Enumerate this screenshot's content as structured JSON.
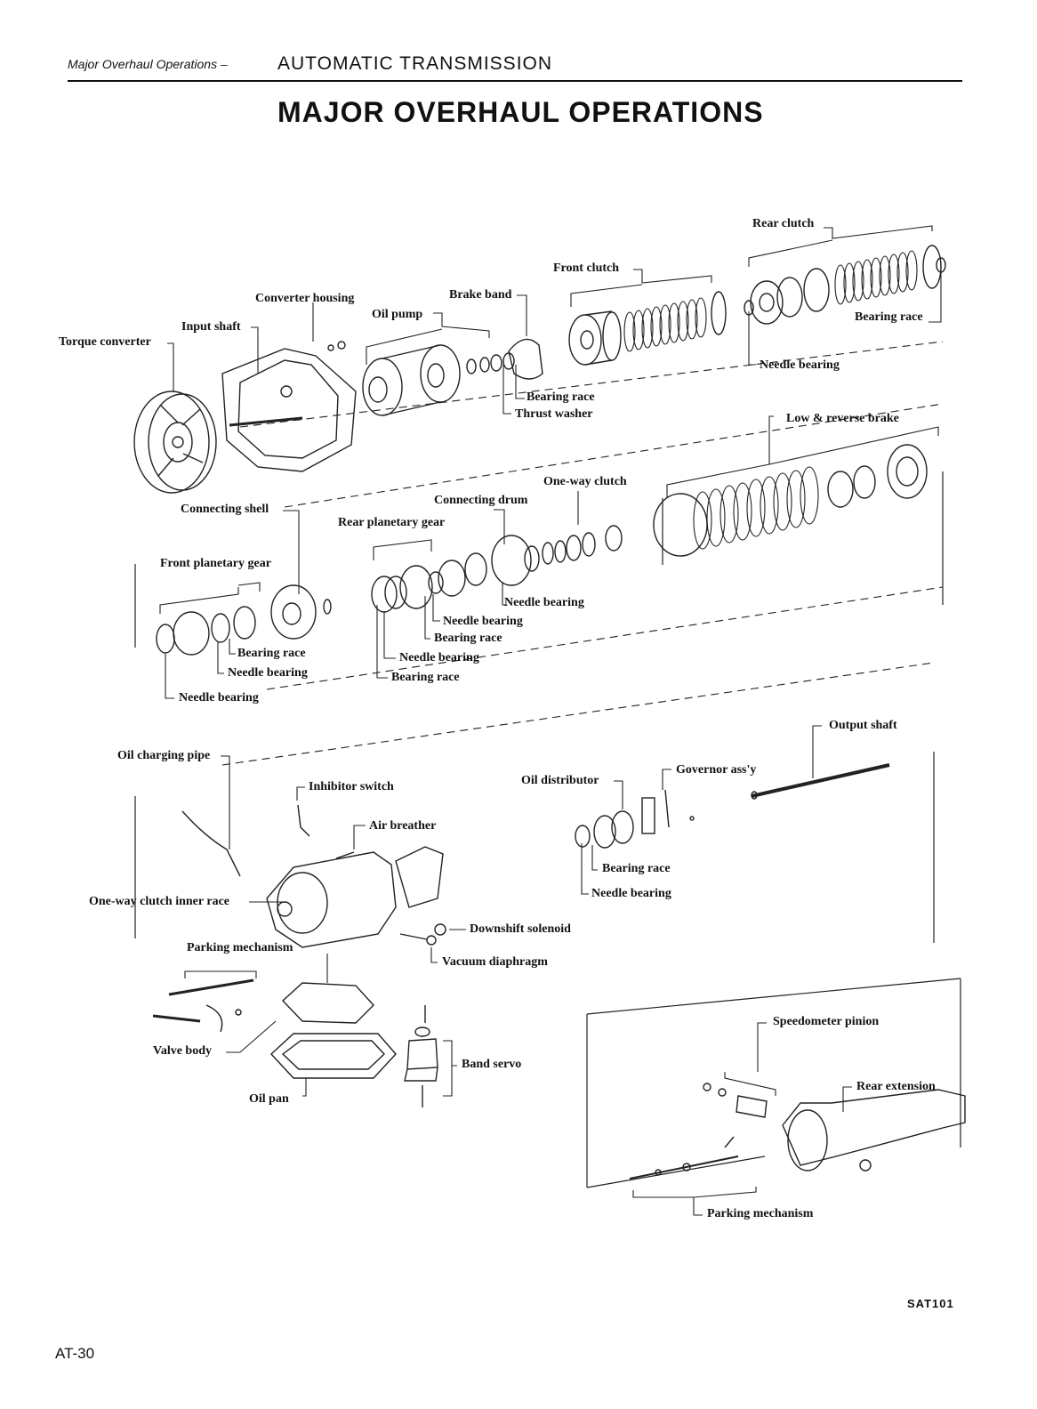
{
  "header": {
    "section": "Major Overhaul Operations –",
    "chapter": "AUTOMATIC TRANSMISSION"
  },
  "title": "MAJOR OVERHAUL OPERATIONS",
  "labels": {
    "rear_clutch": "Rear clutch",
    "front_clutch": "Front clutch",
    "converter_housing": "Converter housing",
    "brake_band": "Brake band",
    "oil_pump": "Oil pump",
    "input_shaft": "Input shaft",
    "torque_converter": "Torque converter",
    "bearing_race_rear_clutch": "Bearing race",
    "needle_bearing_rear_clutch": "Needle bearing",
    "bearing_race_oil_pump": "Bearing race",
    "thrust_washer": "Thrust washer",
    "low_reverse_brake": "Low & reverse brake",
    "one_way_clutch": "One-way clutch",
    "connecting_drum": "Connecting drum",
    "connecting_shell": "Connecting shell",
    "rear_planetary_gear": "Rear planetary gear",
    "front_planetary_gear": "Front planetary gear",
    "needle_bearing_rp1": "Needle bearing",
    "needle_bearing_rp2": "Needle bearing",
    "bearing_race_rp1": "Bearing race",
    "needle_bearing_rp3": "Needle bearing",
    "bearing_race_rp2": "Bearing race",
    "bearing_race_fp": "Bearing race",
    "needle_bearing_fp1": "Needle bearing",
    "needle_bearing_fp2": "Needle bearing",
    "output_shaft": "Output shaft",
    "oil_charging_pipe": "Oil charging pipe",
    "governor_assy": "Governor ass'y",
    "inhibitor_switch": "Inhibitor switch",
    "oil_distributor": "Oil distributor",
    "air_breather": "Air breather",
    "bearing_race_gov": "Bearing race",
    "needle_bearing_gov": "Needle bearing",
    "one_way_clutch_inner_race": "One-way clutch inner race",
    "downshift_solenoid": "Downshift solenoid",
    "parking_mechanism_1": "Parking mechanism",
    "vacuum_diaphragm": "Vacuum diaphragm",
    "valve_body": "Valve body",
    "band_servo": "Band servo",
    "oil_pan": "Oil pan",
    "speedometer_pinion": "Speedometer pinion",
    "rear_extension": "Rear extension",
    "parking_mechanism_2": "Parking mechanism"
  },
  "figure_code": "SAT101",
  "page_number": "AT-30"
}
